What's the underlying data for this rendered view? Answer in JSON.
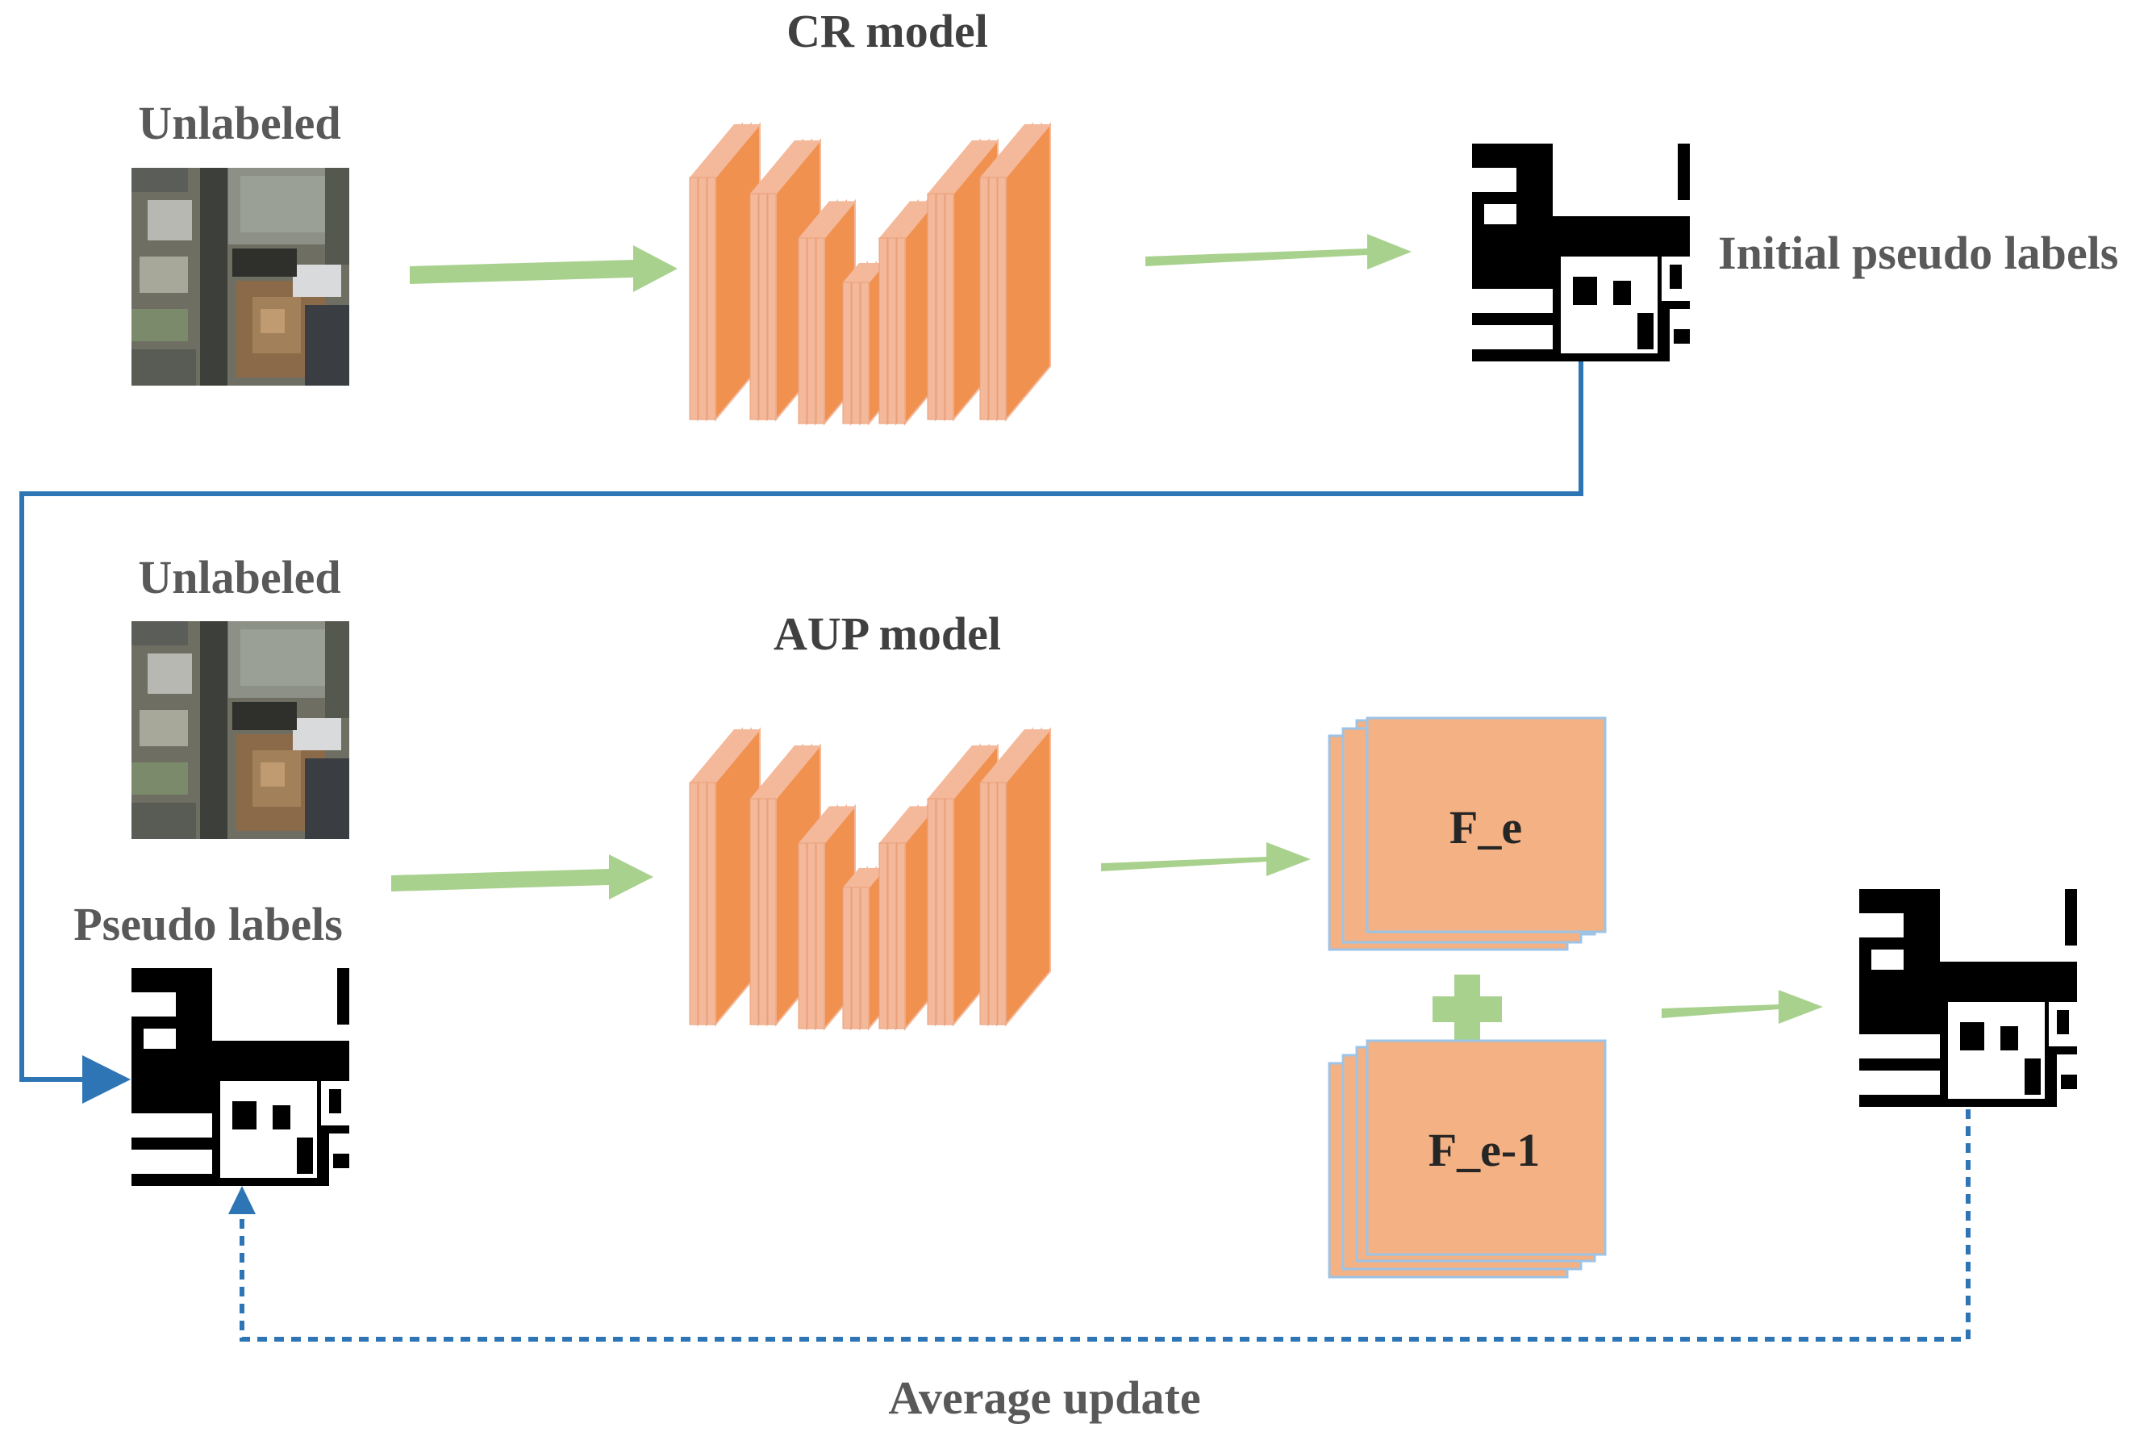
{
  "labels": {
    "cr_model": "CR model",
    "unlabeled_top": "Unlabeled",
    "initial_pseudo_labels": "Initial pseudo labels",
    "unlabeled_bottom": "Unlabeled",
    "aup_model": "AUP model",
    "pseudo_labels": "Pseudo labels",
    "f_e": "F_e",
    "f_e_minus_1": "F_e-1",
    "average_update": "Average update"
  },
  "colors": {
    "flow_arrow": "#a9d18e",
    "layer_fill": "#f09150",
    "layer_edge": "#f4b89a",
    "feature_fill": "#f4b184",
    "feature_edge": "#9dc3e6",
    "connector": "#2e75b6",
    "plus": "#a9d18e"
  },
  "icons": {
    "satellite": "aerial-image-icon",
    "mask": "building-mask-icon",
    "network": "encoder-decoder-network-icon",
    "plus": "plus-icon"
  }
}
